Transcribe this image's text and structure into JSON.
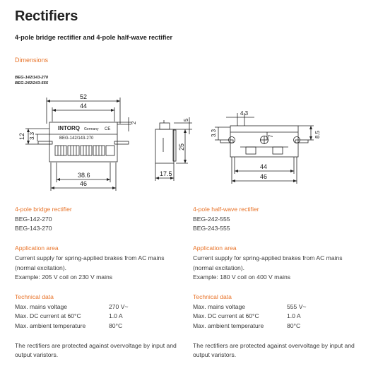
{
  "page": {
    "title": "Rectifiers",
    "subtitle": "4-pole bridge rectifier and 4-pole half-wave rectifier"
  },
  "dimensions": {
    "heading": "Dimensions",
    "models_line1": "BEG-142/143-270",
    "models_line2": "BEG-242/243-555",
    "front_view": {
      "brand": "INTORQ",
      "brand_sub": "Germany",
      "model_label": "BEG-142/143-270",
      "ce": "CE",
      "dim_overall_width": "52",
      "dim_mount_spacing": "44",
      "dim_height_left": "12",
      "dim_height_inner": "3.3",
      "dim_top_right": "2",
      "dim_terminal_span": "38.6",
      "dim_body_width": "46"
    },
    "side_view": {
      "dim_top": "5",
      "dim_height": "25",
      "dim_depth": "17.5"
    },
    "halfwave_view": {
      "dim_hole_offset": "4.3",
      "dim_left": "3.3",
      "dim_center": "7",
      "dim_right": "8.5",
      "dim_mount_spacing": "44",
      "dim_body_width": "46"
    }
  },
  "left_column": {
    "product_heading": "4-pole bridge rectifier",
    "products": [
      "BEG-142-270",
      "BEG-143-270"
    ],
    "application_heading": "Application area",
    "application_lines": [
      "Current supply for spring-applied brakes from AC mains",
      "(normal excitation).",
      "Example: 205 V coil on 230 V mains"
    ],
    "technical_heading": "Technical data",
    "specs": [
      {
        "label": "Max. mains voltage",
        "value": "270 V~"
      },
      {
        "label": "Max. DC current at 60°C",
        "value": "1.0 A"
      },
      {
        "label": "Max. ambient temperature",
        "value": "80°C"
      }
    ],
    "note_lines": [
      "The rectifiers are protected against overvoltage by input and",
      "output varistors."
    ]
  },
  "right_column": {
    "product_heading": "4-pole half-wave rectifier",
    "products": [
      "BEG-242-555",
      "BEG-243-555"
    ],
    "application_heading": "Application area",
    "application_lines": [
      "Current supply for spring-applied brakes from AC mains",
      "(normal excitation).",
      "Example: 180 V coil on 400 V mains"
    ],
    "technical_heading": "Technical data",
    "specs": [
      {
        "label": "Max. mains voltage",
        "value": "555 V~"
      },
      {
        "label": "Max. DC current at 60°C",
        "value": "1.0 A"
      },
      {
        "label": "Max. ambient temperature",
        "value": "80°C"
      }
    ],
    "note_lines": [
      "The rectifiers are protected against overvoltage by input and",
      "output varistors."
    ]
  },
  "colors": {
    "accent": "#e8742a",
    "text": "#333333",
    "line": "#222222"
  }
}
